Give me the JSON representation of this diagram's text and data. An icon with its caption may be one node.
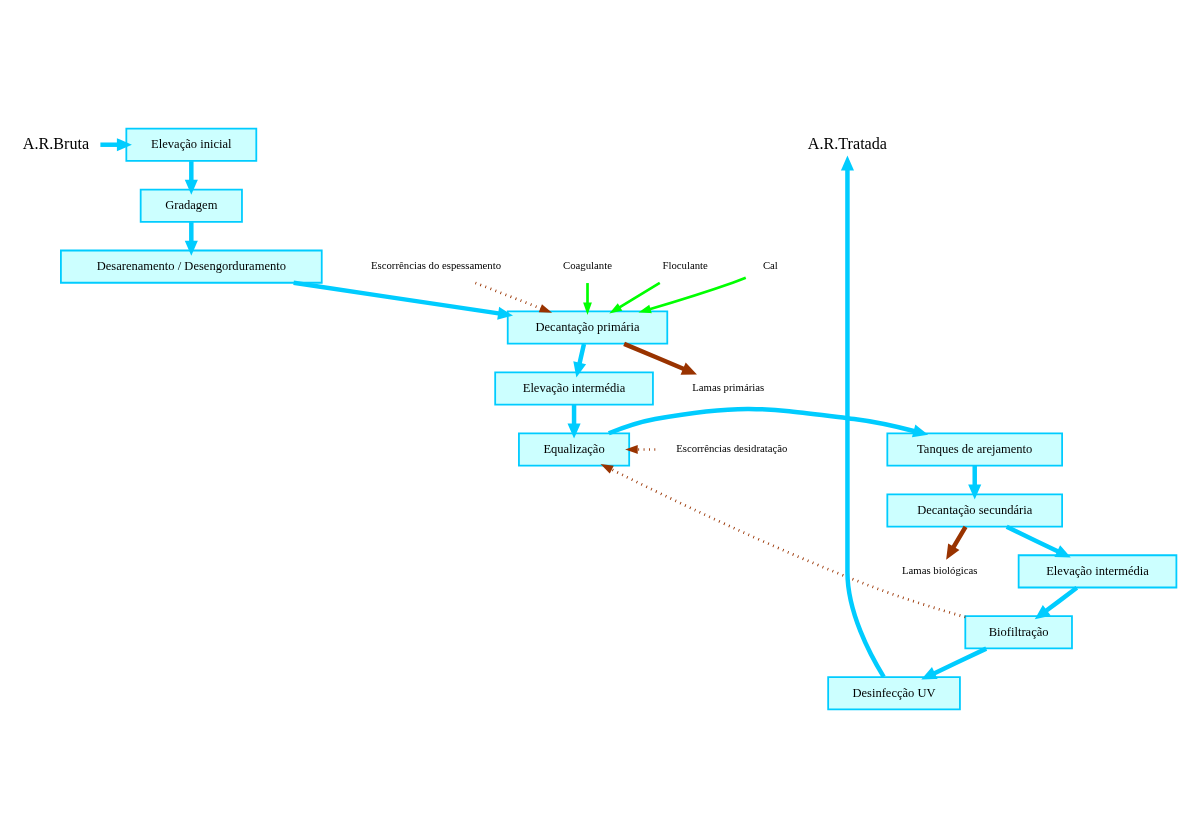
{
  "diagram": {
    "nodes": [
      {
        "text": [
          "A.R.Bruta"
        ]
      },
      {
        "text": [
          "Elevação inicial"
        ]
      },
      {
        "text": [
          "Gradagem"
        ]
      },
      {
        "text": [
          "Desarenamento / Desengorduramento"
        ]
      },
      {
        "text": [
          "Escorrências do espessamento"
        ]
      },
      {
        "text": [
          "Coagulante"
        ]
      },
      {
        "text": [
          "Floculante"
        ]
      },
      {
        "text": [
          "Cal"
        ]
      },
      {
        "text": [
          "Decantação primária"
        ]
      },
      {
        "text": [
          "Lamas primárias"
        ]
      },
      {
        "text": [
          "Elevação intermédia"
        ]
      },
      {
        "text": [
          "Escorrências desidratação"
        ]
      },
      {
        "text": [
          "Equalização"
        ]
      },
      {
        "text": [
          "Tanques de arejamento"
        ]
      },
      {
        "text": [
          "Decantação secundária"
        ]
      },
      {
        "text": [
          "Lamas biológicas"
        ]
      },
      {
        "text": [
          "Elevação intermédia"
        ]
      },
      {
        "text": [
          "Biofiltração"
        ]
      },
      {
        "text": [
          "Desinfecção UV"
        ]
      },
      {
        "text": [
          "A.R.Tratada"
        ]
      }
    ],
    "edges": [
      {
        "from": 0,
        "to": 1,
        "arrow": "to"
      },
      {
        "from": 1,
        "to": 2,
        "arrow": "to"
      },
      {
        "from": 2,
        "to": 3,
        "arrow": "to"
      },
      {
        "from": 3,
        "to": 8,
        "arrow": "to"
      },
      {
        "from": 4,
        "to": 8,
        "arrow": "to",
        "style": "dashed",
        "color": "#993300"
      },
      {
        "from": 5,
        "to": 8,
        "arrow": "to",
        "color": "#00ff00"
      },
      {
        "from": 6,
        "to": 8,
        "arrow": "to",
        "color": "#00ff00"
      },
      {
        "from": 7,
        "to": 8,
        "arrow": "to",
        "color": "#00ff00"
      },
      {
        "from": 8,
        "to": 9,
        "arrow": "to",
        "color": "#993300"
      },
      {
        "from": 8,
        "to": 10,
        "arrow": "to"
      },
      {
        "from": 10,
        "to": 12,
        "arrow": "to"
      },
      {
        "from": 11,
        "to": 12,
        "arrow": "to",
        "style": "dashed",
        "color": "#993300"
      },
      {
        "from": 17,
        "to": 12,
        "arrow": "to",
        "style": "dashed",
        "color": "#993300"
      },
      {
        "from": 12,
        "to": 13,
        "arrow": "to"
      },
      {
        "from": 13,
        "to": 14,
        "arrow": "to"
      },
      {
        "from": 14,
        "to": 15,
        "arrow": "to",
        "color": "#993300"
      },
      {
        "from": 14,
        "to": 16,
        "arrow": "to"
      },
      {
        "from": 16,
        "to": 17,
        "arrow": "to"
      },
      {
        "from": 17,
        "to": 18,
        "arrow": "to"
      },
      {
        "from": 18,
        "to": 19,
        "arrow": "to"
      }
    ]
  }
}
